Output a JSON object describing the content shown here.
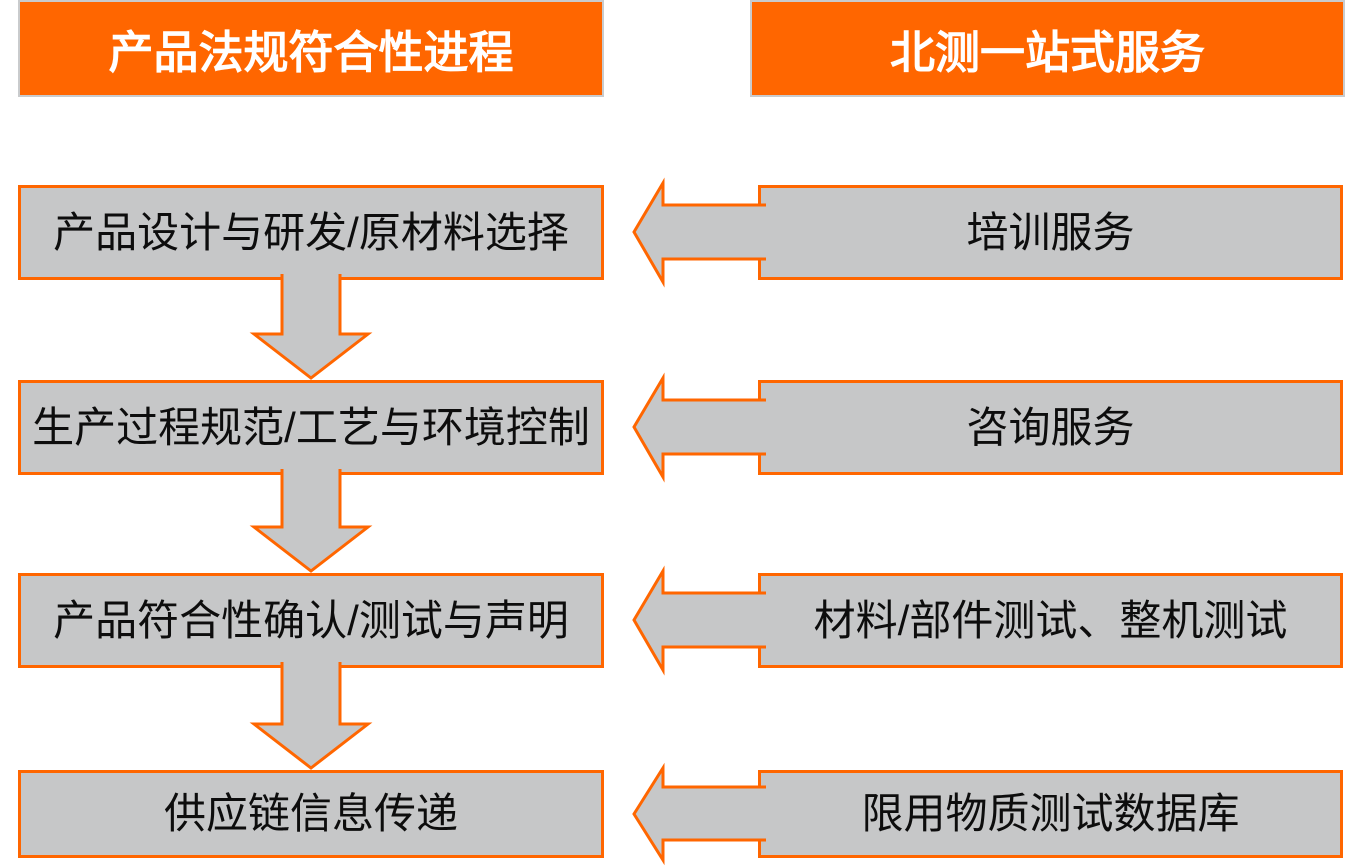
{
  "diagram": {
    "type": "flowchart",
    "background": "#ffffff"
  },
  "colors": {
    "accent_orange": "#ff6600",
    "box_fill_gray": "#c6c7c8",
    "header_border_gray": "#c9cbcd",
    "header_text": "#ffffff",
    "box_text": "#0d0d0d"
  },
  "headers": {
    "left": {
      "label": "产品法规符合性进程"
    },
    "right": {
      "label": "北测一站式服务"
    }
  },
  "process_steps": [
    {
      "label": "产品设计与研发/原材料选择"
    },
    {
      "label": "生产过程规范/工艺与环境控制"
    },
    {
      "label": "产品符合性确认/测试与声明"
    },
    {
      "label": "供应链信息传递"
    }
  ],
  "services": [
    {
      "label": "培训服务"
    },
    {
      "label": "咨询服务"
    },
    {
      "label": "材料/部件测试、整机测试"
    },
    {
      "label": "限用物质测试数据库"
    }
  ],
  "icons": {
    "down_arrow": "down-arrow-icon",
    "left_arrow": "left-arrow-icon"
  }
}
